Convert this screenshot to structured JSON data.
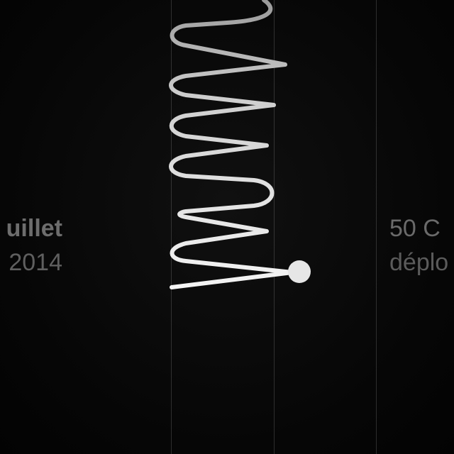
{
  "left_panel": {
    "title": "uillet",
    "subtitle": "2014"
  },
  "right_panel": {
    "title": "50 C",
    "subtitle": "déplo"
  },
  "colors": {
    "background": "#070707",
    "trace_start": "#bdbdbd",
    "trace_end": "#f2f2f2",
    "marker": "#e6e6e6",
    "text": "#6a6a6a"
  },
  "icons": [
    "progress-marker-icon"
  ]
}
